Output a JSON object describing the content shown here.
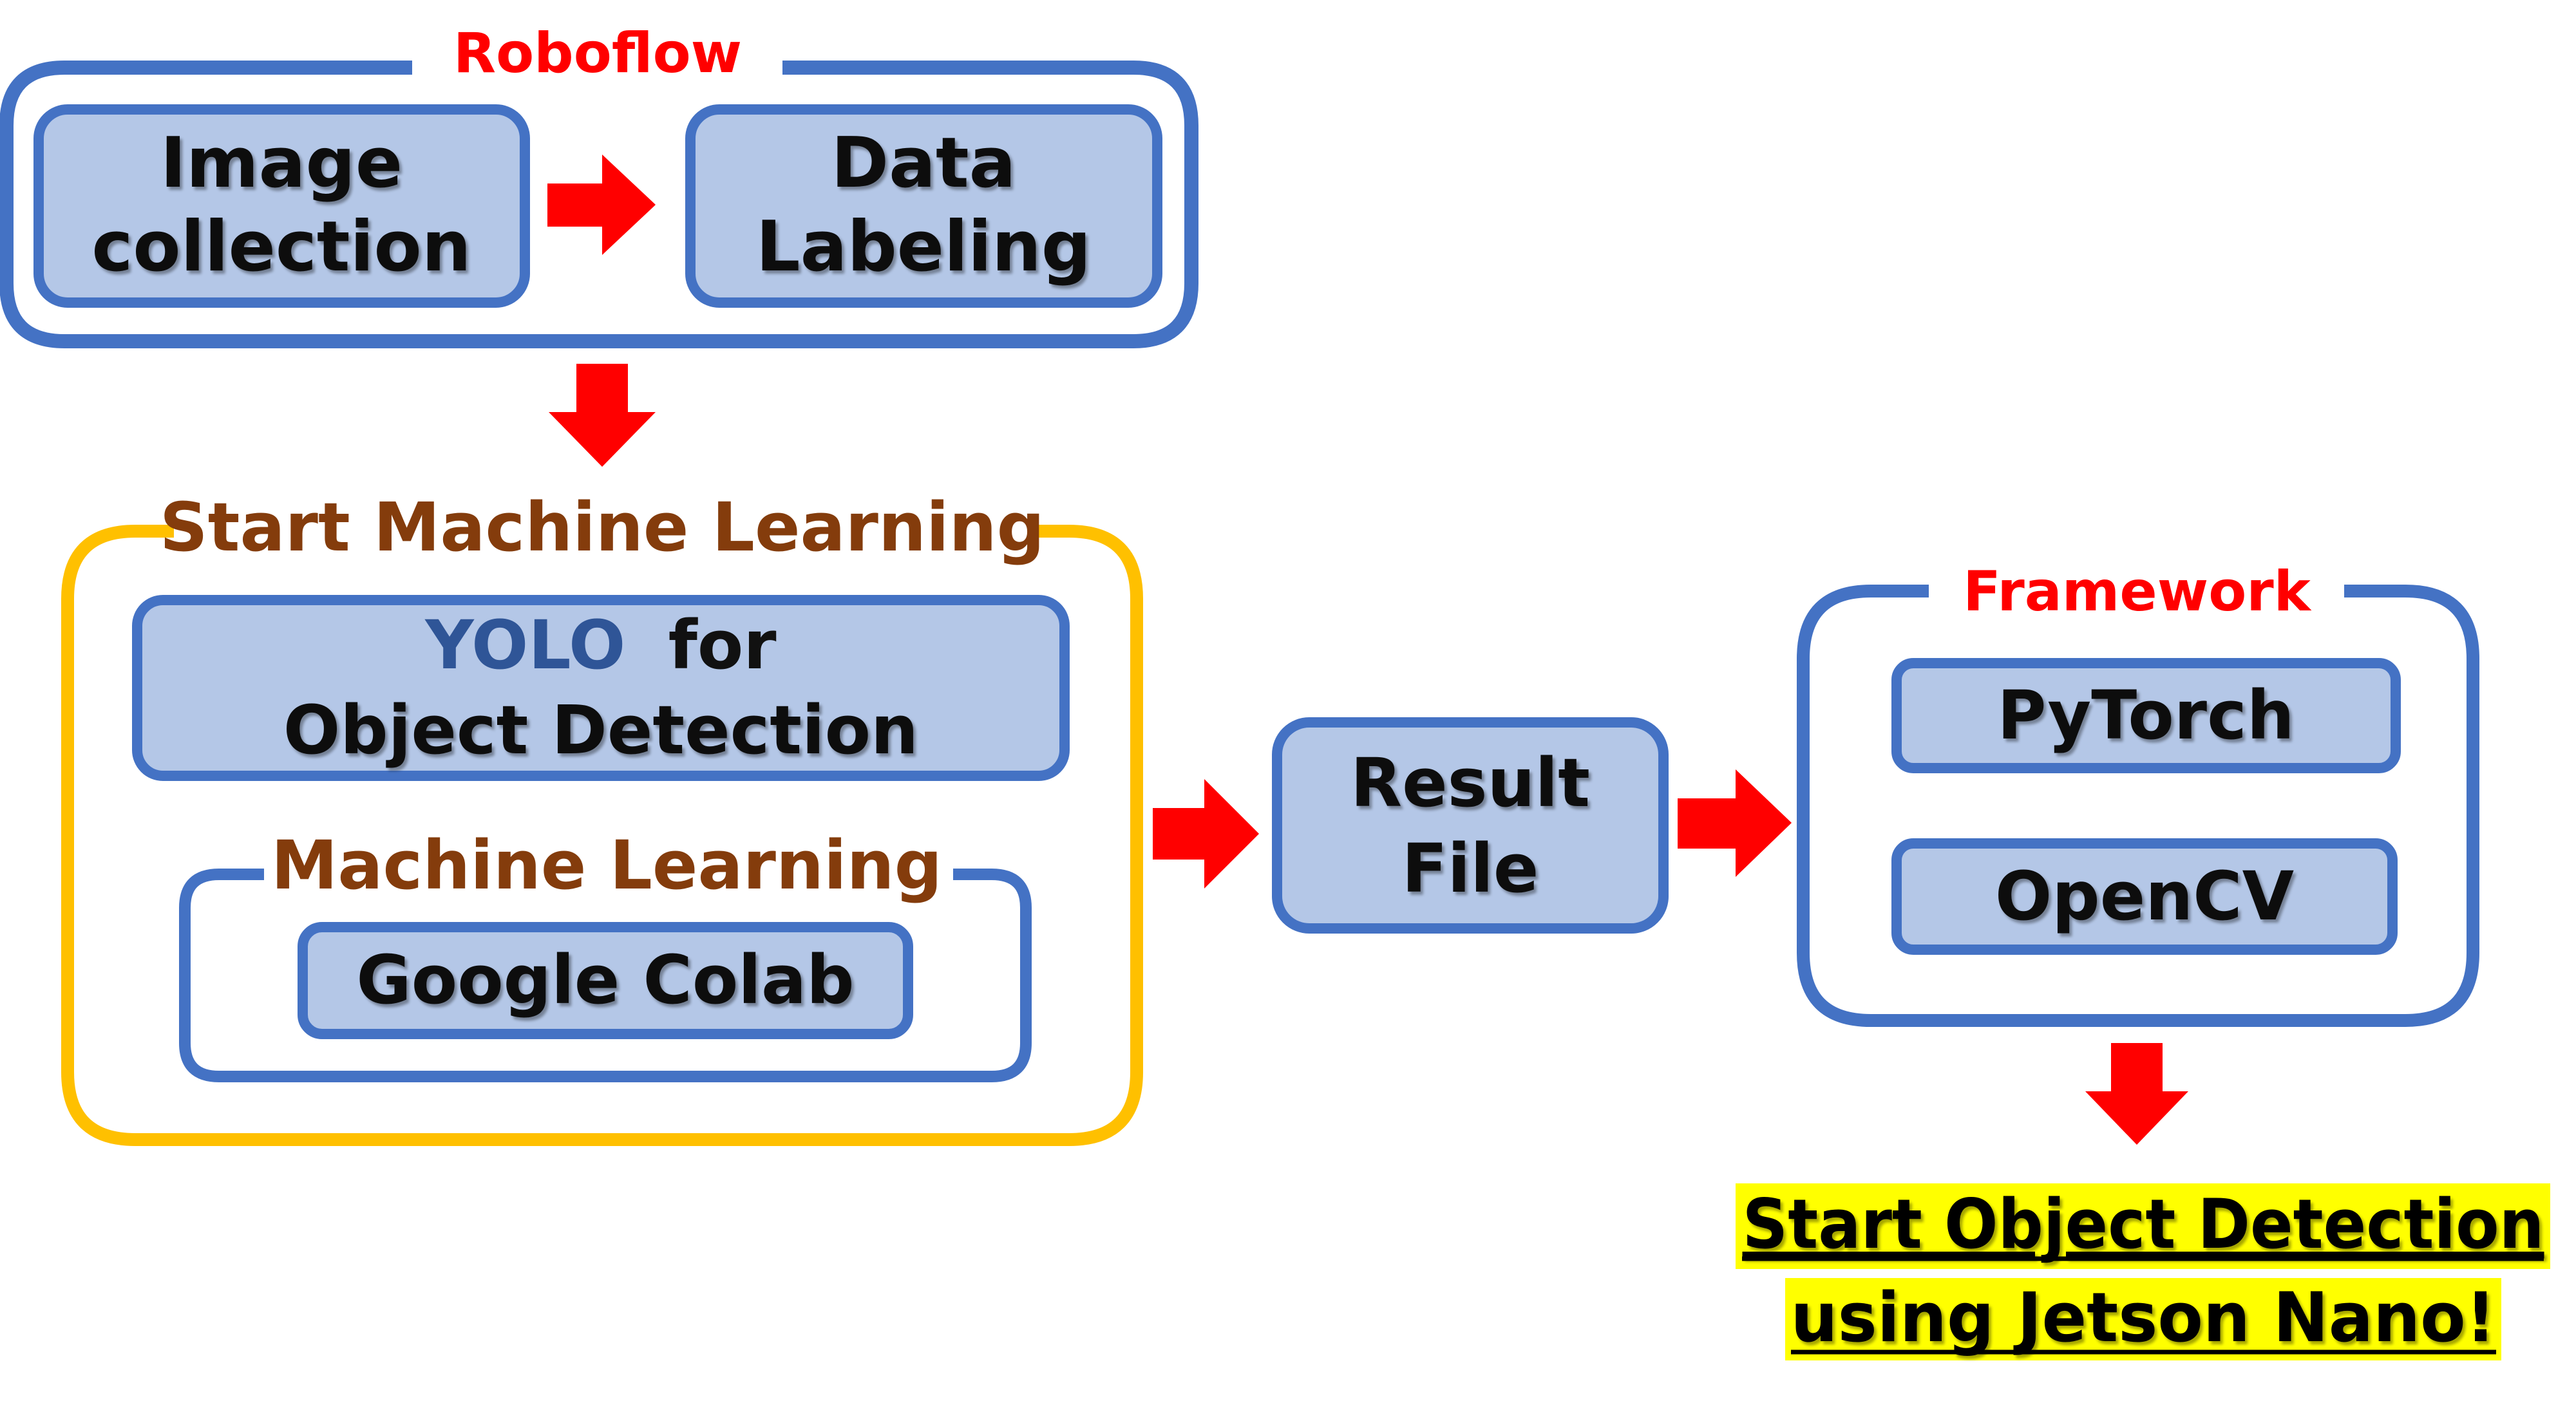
{
  "groups": {
    "roboflow": {
      "title": "Roboflow"
    },
    "machine_learning": {
      "title": "Start Machine Learning"
    },
    "ml_inner": {
      "title": "Machine Learning"
    },
    "framework": {
      "title": "Framework"
    }
  },
  "boxes": {
    "image_collection": {
      "line1": "Image",
      "line2": "collection"
    },
    "data_labeling": {
      "line1": "Data",
      "line2": "Labeling"
    },
    "yolo": {
      "line1_accent": "YOLO",
      "line1_rest": "for",
      "line2": "Object Detection"
    },
    "google_colab": {
      "label": "Google Colab"
    },
    "result_file": {
      "line1": "Result",
      "line2": "File"
    },
    "pytorch": {
      "label": "PyTorch"
    },
    "opencv": {
      "label": "OpenCV"
    }
  },
  "final": {
    "line1": "Start Object Detection",
    "line2": "using Jetson Nano!"
  },
  "colors": {
    "box_fill": "#b4c7e7",
    "box_stroke": "#4472c4",
    "group_blue": "#4472c4",
    "group_yellow": "#ffc000",
    "title_red": "#ff0000",
    "title_brown": "#843c0c",
    "accent_blue": "#2f5597",
    "arrow": "#ff0000",
    "highlight": "#ffff00"
  }
}
